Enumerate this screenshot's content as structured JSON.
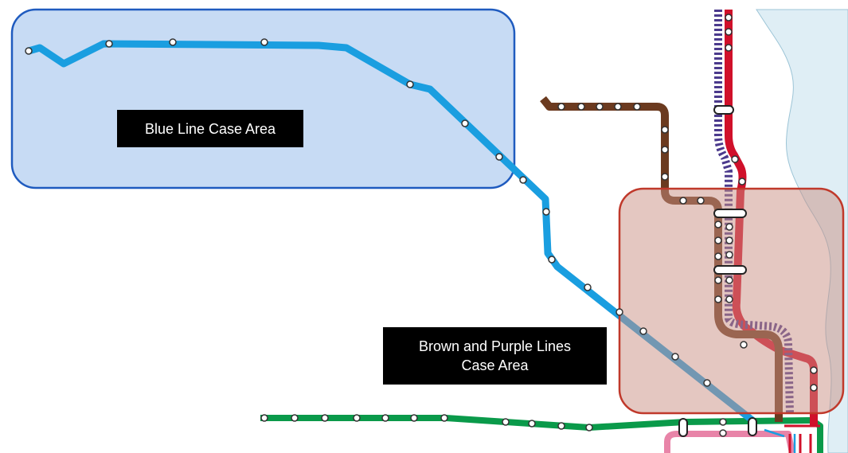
{
  "colors": {
    "blue_line": "#1a9ee0",
    "brown_line": "#6b3a1f",
    "purple_line": "#4b3a8c",
    "red_line": "#d0102a",
    "green_line": "#0a9a4a",
    "pink_line": "#e884a8",
    "lake": "#dfeef5",
    "blue_area_fill": "#c7dbf4",
    "blue_area_border": "#1f5bbf",
    "brown_area_fill": "#d8b8b0",
    "brown_area_border": "#c0392b",
    "label_bg": "#000000",
    "label_text": "#ffffff"
  },
  "areas": {
    "blue": {
      "label": "Blue Line Case Area"
    },
    "brown_purple": {
      "label_line1": "Brown and Purple Lines",
      "label_line2": "Case Area"
    }
  },
  "lines": [
    "Blue Line",
    "Brown Line",
    "Purple Line",
    "Red Line",
    "Green Line",
    "Pink Line"
  ]
}
